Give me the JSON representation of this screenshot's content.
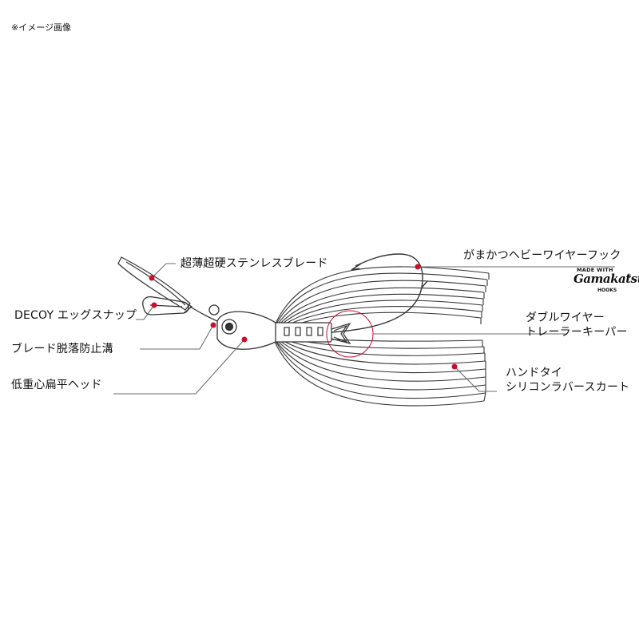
{
  "note": "※イメージ画像",
  "labels": {
    "blade": "超薄超硬ステンレスブレード",
    "snap": "DECOY エッグスナップ",
    "groove": "ブレード脱落防止溝",
    "head": "低重心扁平ヘッド",
    "hook": "がまかつヘビーワイヤーフック",
    "keeper_1": "ダブルワイヤー",
    "keeper_2": "トレーラーキーパー",
    "skirt_1": "ハンドタイ",
    "skirt_2": "シリコンラバースカート"
  },
  "logo": {
    "top": "MADE WITH",
    "main": "Gamakatsu",
    "bottom": "HOOKS",
    "reg": "®"
  },
  "colors": {
    "accent": "#c8102e",
    "line": "#6b6b6b",
    "outline": "#333333"
  }
}
